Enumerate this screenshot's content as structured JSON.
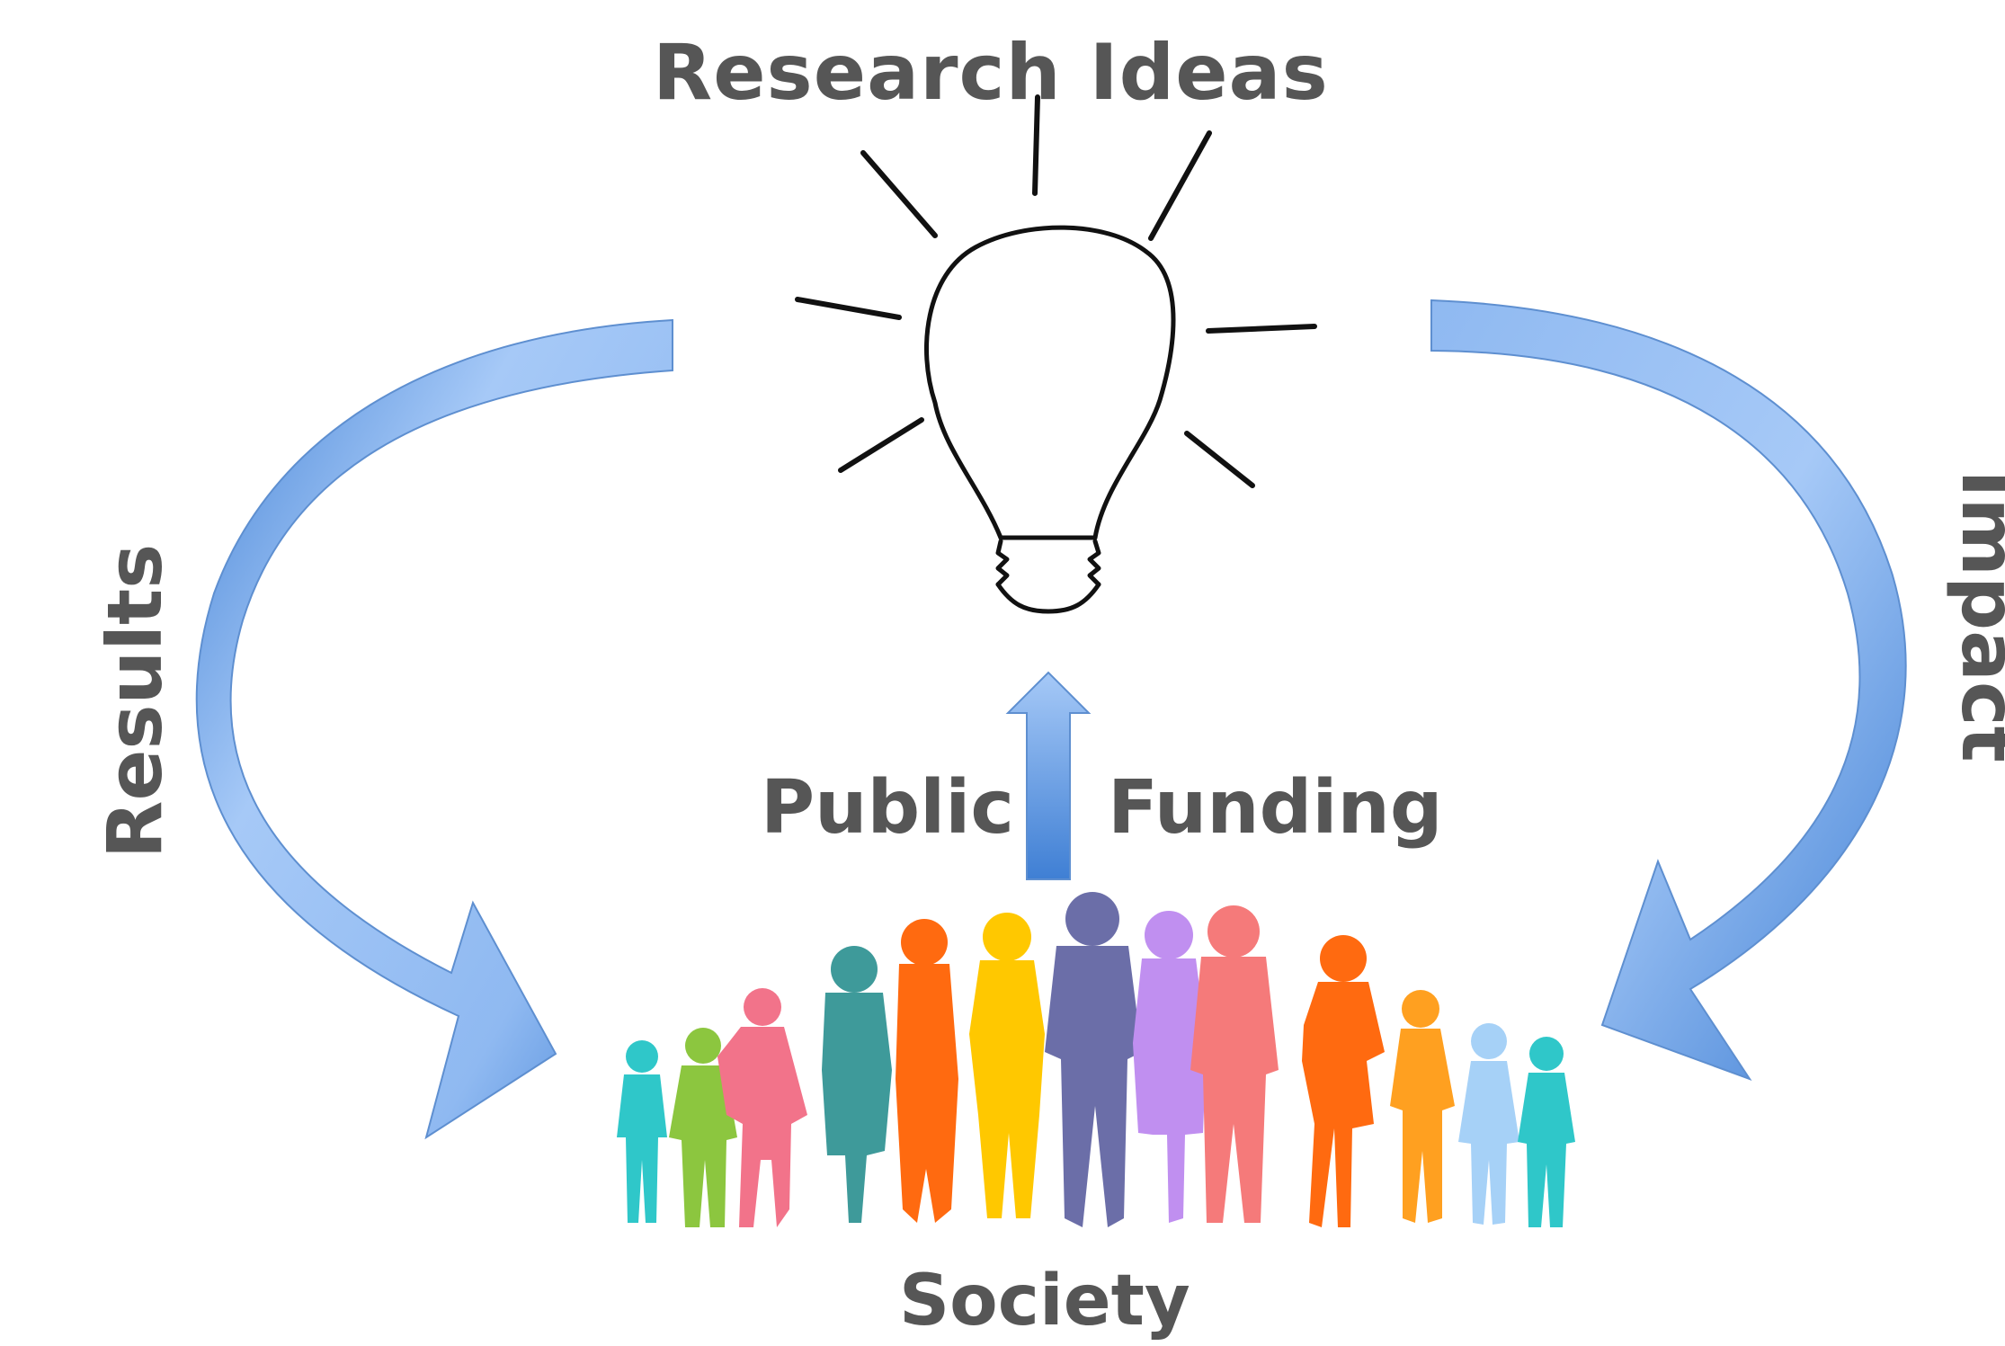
{
  "diagram": {
    "title": "Research Ideas",
    "labels": {
      "public": "Public",
      "funding": "Funding",
      "society": "Society",
      "results": "Results",
      "impact": "Impact"
    },
    "colors": {
      "text": "#565656",
      "arrow_light": "#a6c9f7",
      "arrow_dark": "#3f7fd4",
      "arrow_edge": "#5e8fd0",
      "bulb": "#111111"
    },
    "people_colors": [
      "#2fc7c9",
      "#8cc63f",
      "#f2738a",
      "#3e9a9a",
      "#ff6a10",
      "#ffc800",
      "#6b6ea8",
      "#c08ff0",
      "#f57a7a",
      "#ff6a10",
      "#ffa020",
      "#a6d1f7",
      "#2fc7c9"
    ]
  }
}
